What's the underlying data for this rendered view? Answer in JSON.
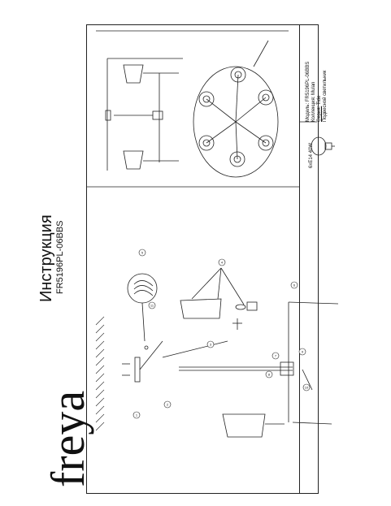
{
  "brand": "freya",
  "doc_title": "Инструкция",
  "model_code": "FR5196PL-06BBS",
  "spec": {
    "model_label": "Модель:",
    "model_value": "FR5196PL-06BBS",
    "collection_label": "Коллекция:",
    "collection_value": "Mulan",
    "series_label": "Серия:",
    "series_value": "Tide",
    "type_value": "Подвесной светильник"
  },
  "lamp_spec": "6xE14 40W",
  "callouts": [
    "1",
    "2",
    "3",
    "4",
    "5",
    "6",
    "7",
    "8",
    "9",
    "10",
    "11"
  ]
}
